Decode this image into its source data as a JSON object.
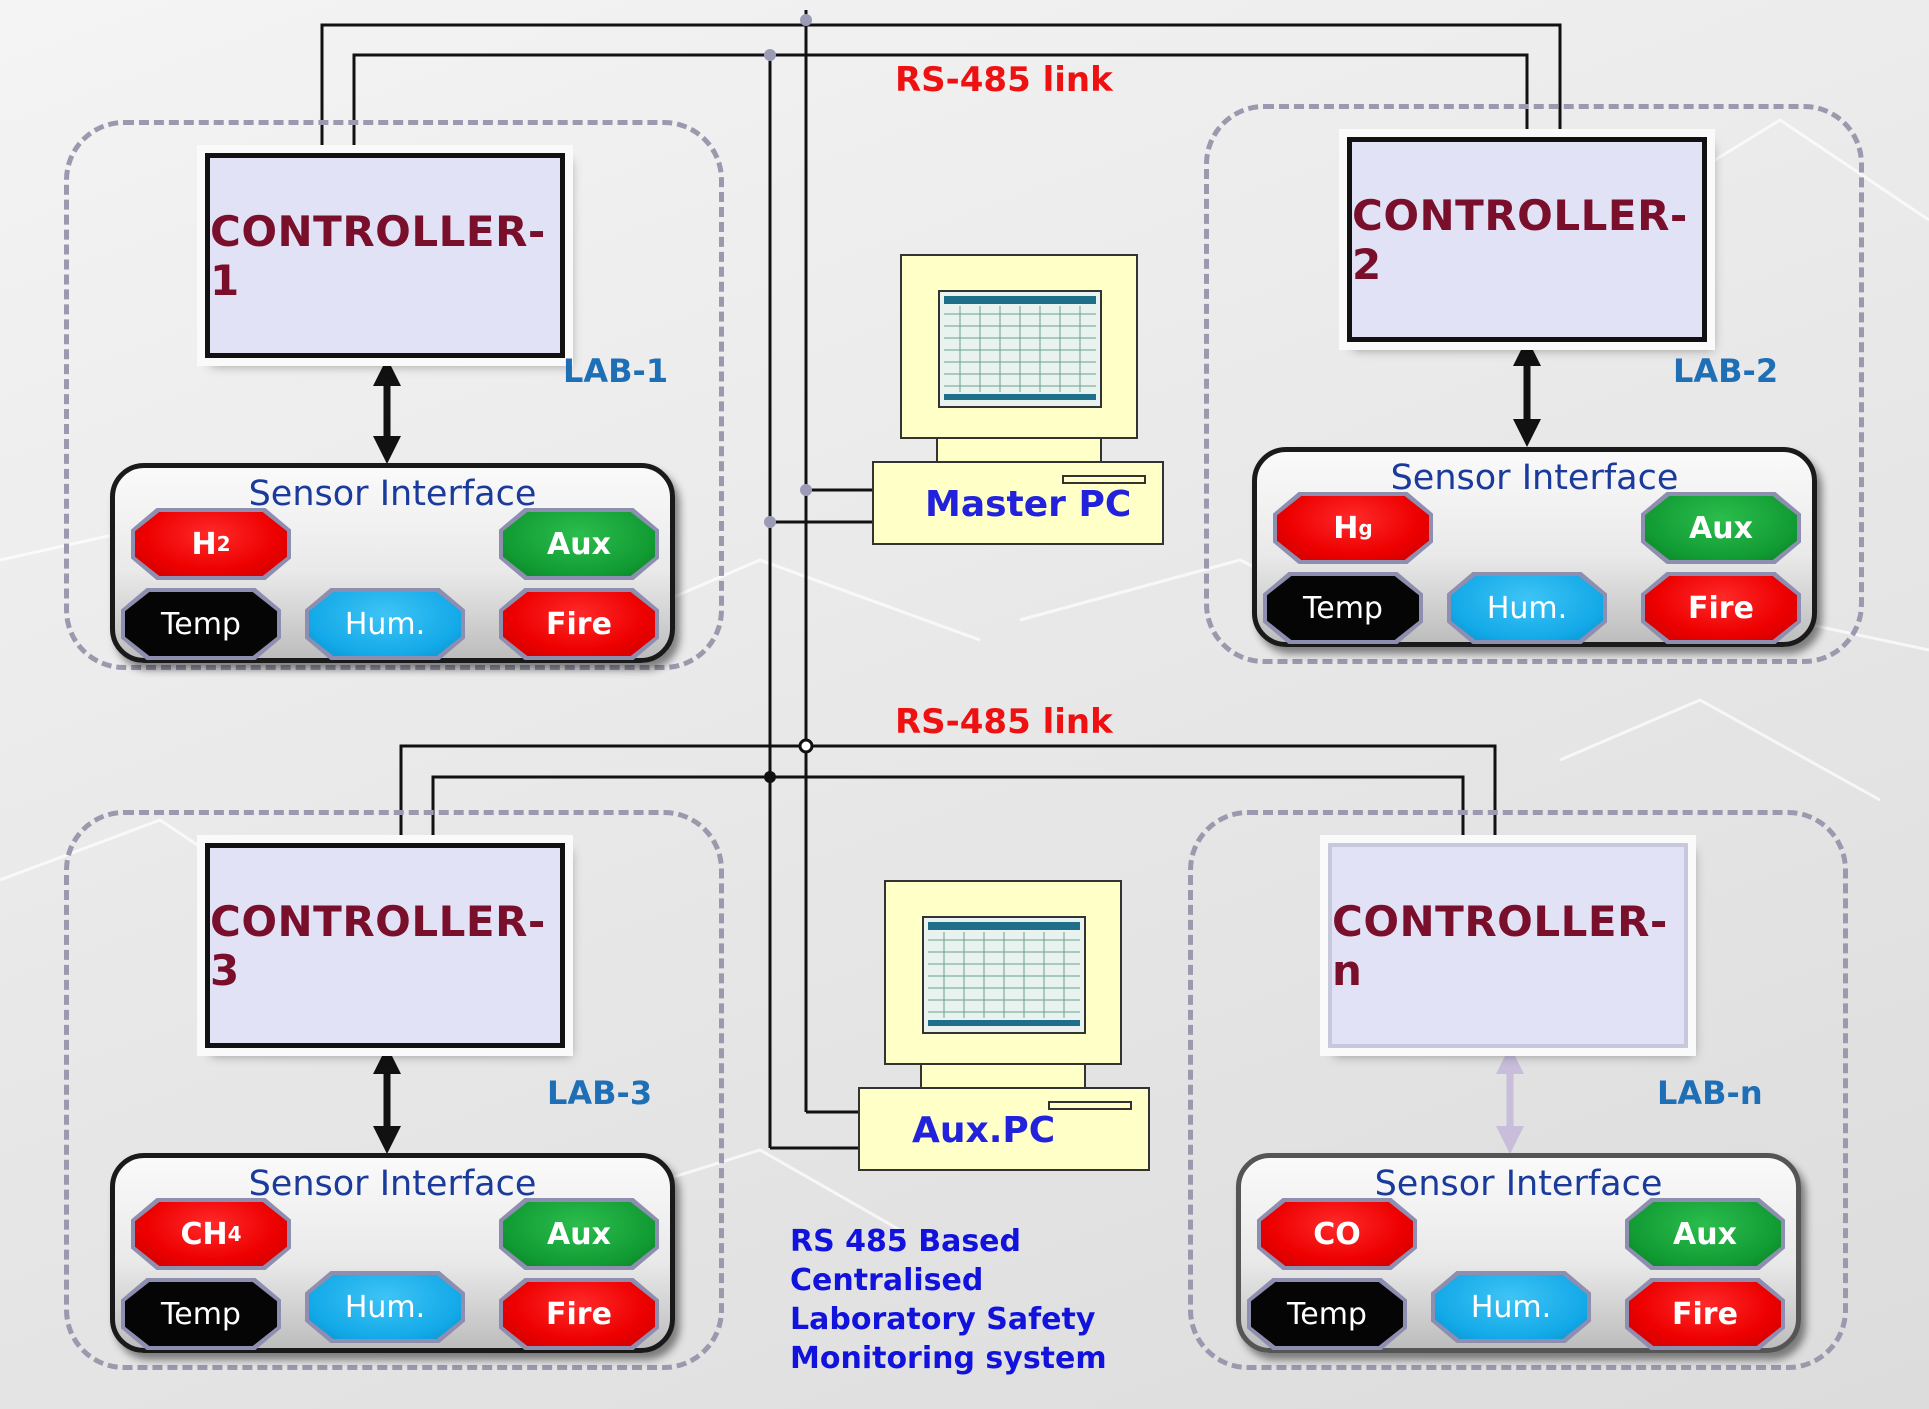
{
  "diagram": {
    "link_labels": {
      "top": "RS-485 link",
      "middle": "RS-485 link"
    },
    "caption_lines": [
      "RS 485 Based",
      "Centralised",
      "Laboratory Safety",
      "Monitoring system"
    ],
    "pcs": {
      "master": {
        "label": "Master PC"
      },
      "aux": {
        "label": "Aux.PC"
      }
    },
    "labs": [
      {
        "lab_label": "LAB-1",
        "controller": "CONTROLLER-1",
        "sensor_title": "Sensor Interface",
        "gas_main": "H",
        "gas_sub": "2",
        "aux": "Aux",
        "temp": "Temp",
        "hum": "Hum.",
        "fire": "Fire"
      },
      {
        "lab_label": "LAB-2",
        "controller": "CONTROLLER-2",
        "sensor_title": "Sensor Interface",
        "gas_main": "H",
        "gas_sub": "g",
        "aux": "Aux",
        "temp": "Temp",
        "hum": "Hum.",
        "fire": "Fire"
      },
      {
        "lab_label": "LAB-3",
        "controller": "CONTROLLER-3",
        "sensor_title": "Sensor Interface",
        "gas_main": "CH",
        "gas_sub": "4",
        "aux": "Aux",
        "temp": "Temp",
        "hum": "Hum.",
        "fire": "Fire"
      },
      {
        "lab_label": "LAB-n",
        "controller": "CONTROLLER-n",
        "sensor_title": "Sensor Interface",
        "gas_main": "CO",
        "gas_sub": "",
        "aux": "Aux",
        "temp": "Temp",
        "hum": "Hum.",
        "fire": "Fire"
      }
    ],
    "colors": {
      "controller_text": "#7a0f2c",
      "lab_label": "#1f6fb7",
      "link_label": "#ee1111",
      "pc_label": "#2222dd",
      "sensor_title": "#1a3a9c",
      "alarm_red": "#ee0000",
      "aux_green": "#119b33",
      "hum_blue": "#13a9e8",
      "temp_black": "#050505"
    }
  }
}
